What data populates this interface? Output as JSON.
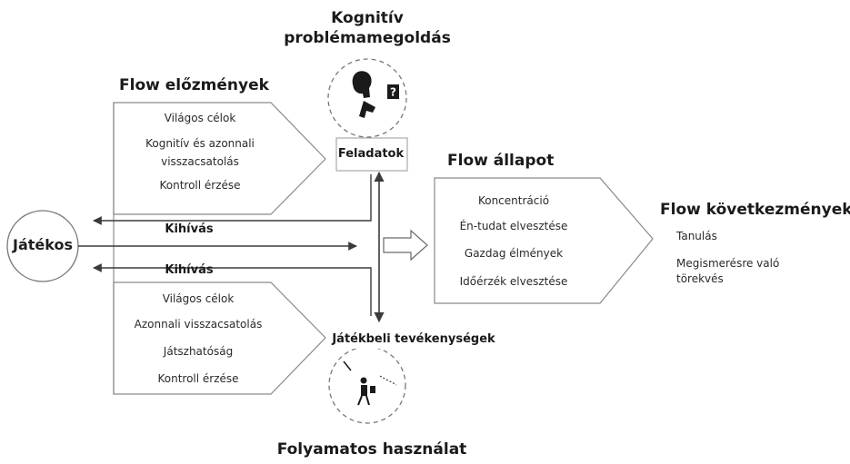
{
  "top_label": {
    "line1": "Kognitív",
    "line2": "problémamegoldás"
  },
  "bottom_label": "Folyamatos használat",
  "antecedents_title": "Flow előzmények",
  "upper_box": {
    "items": [
      "Világos célok",
      "Kognitív és azonnali",
      "visszacsatolás",
      "Kontroll érzése"
    ]
  },
  "lower_box": {
    "items": [
      "Világos célok",
      "Azonnali visszacsatolás",
      "Játszhatóság",
      "Kontroll érzése"
    ]
  },
  "challenge_upper": "Kihívás",
  "challenge_lower": "Kihívás",
  "player": "Játékos",
  "tasks": "Feladatok",
  "activities": "Játékbeli tevékenységek",
  "flow_state": {
    "title": "Flow állapot",
    "items": [
      "Koncentráció",
      "Én-tudat elvesztése",
      "Gazdag élmények",
      "Időérzék elvesztése"
    ]
  },
  "consequences": {
    "title": "Flow következmények",
    "items": [
      "Tanulás",
      "Megismerésre való",
      "törekvés"
    ]
  },
  "colors": {
    "line": "#3a3a3a",
    "box_border": "#8a8a8a",
    "circle_dash": "#777777"
  },
  "icons": [
    "thinking-person-icon",
    "question-mark-icon",
    "walking-person-icon"
  ]
}
